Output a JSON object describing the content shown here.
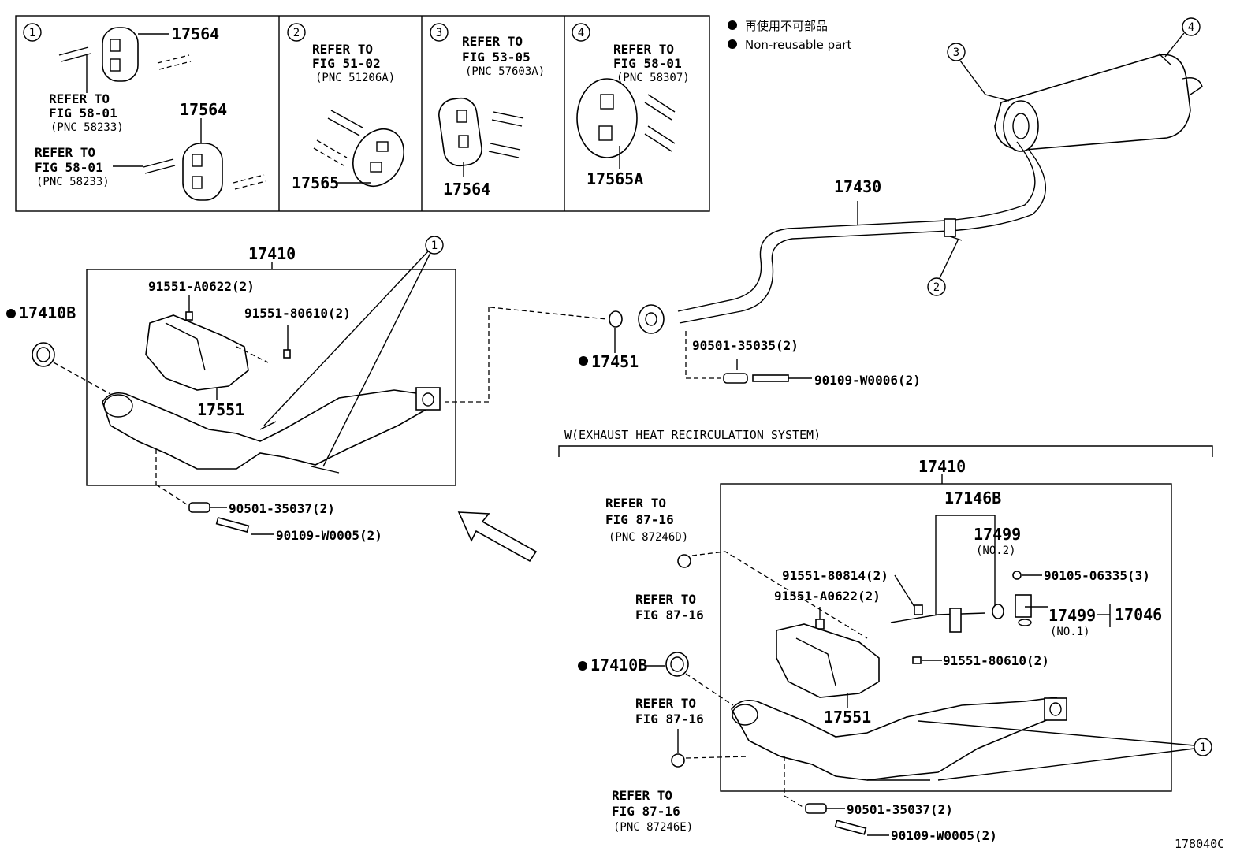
{
  "legend": {
    "jp": "再使用不可部品",
    "en": "Non-reusable part"
  },
  "inset": {
    "p1": {
      "idx": "1",
      "num_top": "17564",
      "ref1": "REFER TO",
      "ref1b": "FIG 58-01",
      "pnc1": "(PNC 58233)",
      "num_bot": "17564",
      "ref2": "REFER TO",
      "ref2b": "FIG 58-01",
      "pnc2": "(PNC 58233)"
    },
    "p2": {
      "idx": "2",
      "ref": "REFER TO",
      "refb": "FIG 51-02",
      "pnc": "(PNC 51206A)",
      "num": "17565"
    },
    "p3": {
      "idx": "3",
      "ref": "REFER TO",
      "refb": "FIG 53-05",
      "pnc": "(PNC 57603A)",
      "num": "17564"
    },
    "p4": {
      "idx": "4",
      "ref": "REFER TO",
      "refb": "FIG 58-01",
      "pnc": "(PNC 58307)",
      "num": "17565A"
    }
  },
  "upper": {
    "c3": "3",
    "c4": "4",
    "c2": "2",
    "pipe": "17430",
    "gasket": "17451",
    "bolt1": "90501-35035(2)",
    "bolt2": "90109-W0006(2)"
  },
  "left": {
    "asm": "17410",
    "seal": "17410B",
    "c1": "1",
    "clip1": "91551-A0622(2)",
    "clip2": "91551-80610(2)",
    "cover": "17551",
    "bolt1": "90501-35037(2)",
    "bolt2": "90109-W0005(2)"
  },
  "right": {
    "heading": "W(EXHAUST HEAT RECIRCULATION SYSTEM)",
    "asm": "17410",
    "sub": "17146B",
    "p17499a": "17499",
    "no2": "(NO.2)",
    "screw": "90105-06335(3)",
    "p17499b": "17499",
    "no1": "(NO.1)",
    "p17046": "17046",
    "clip1": "91551-80814(2)",
    "clip2": "91551-A0622(2)",
    "clip3": "91551-80610(2)",
    "cover": "17551",
    "seal": "17410B",
    "c1": "1",
    "ref_a": "REFER TO",
    "ref_ab": "FIG 87-16",
    "pnc_a": "(PNC 87246D)",
    "ref_b": "REFER TO",
    "ref_bb": "FIG 87-16",
    "ref_c": "REFER TO",
    "ref_cb": "FIG 87-16",
    "ref_d": "REFER TO",
    "ref_db": "FIG 87-16",
    "pnc_d": "(PNC 87246E)",
    "bolt1": "90501-35037(2)",
    "bolt2": "90109-W0005(2)"
  },
  "code": "178040C"
}
